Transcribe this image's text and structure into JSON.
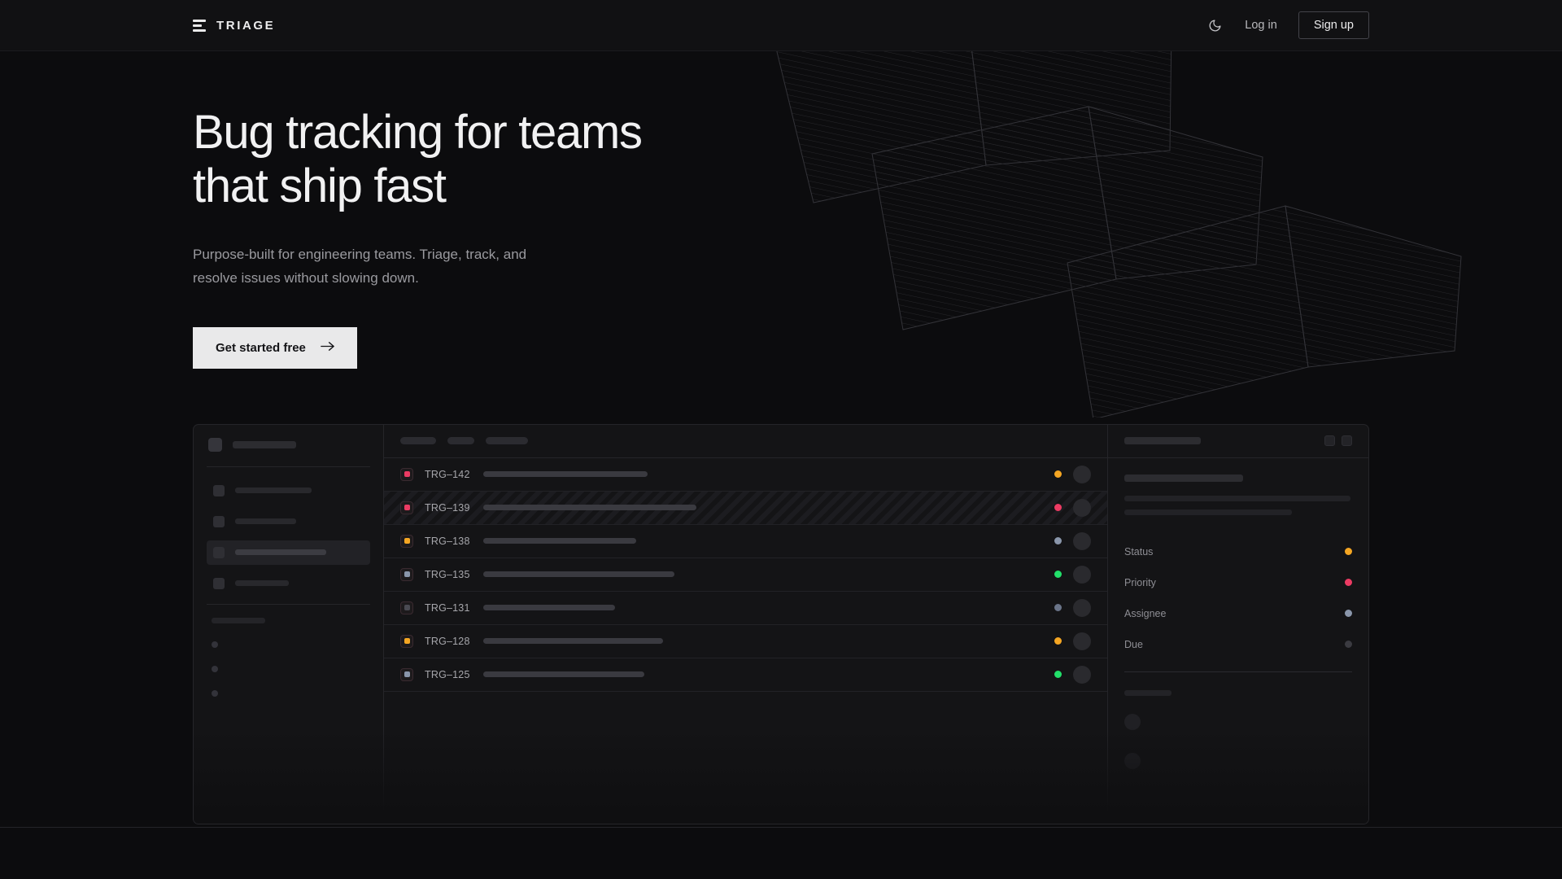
{
  "nav": {
    "brand": "TRIAGE",
    "brand_icon": "stacked-bars-logo-icon",
    "theme_toggle_icon": "moon-icon",
    "login_label": "Log in",
    "signup_label": "Sign up"
  },
  "hero": {
    "headline_line1": "Bug tracking for teams",
    "headline_line2": "that ship fast",
    "subhead_line1": "Purpose-built for engineering teams. Triage, track, and",
    "subhead_line2": "resolve issues without slowing down.",
    "cta_label": "Get started free",
    "cta_icon": "arrow-right-icon"
  },
  "colors": {
    "page_bg": "#0c0c0e",
    "nav_bg": "#111113",
    "panel_bg": "#141416",
    "border": "#252529",
    "text_primary": "#f1f1f2",
    "text_muted": "#9a9a9f",
    "accent_pink": "#ec3b63",
    "accent_amber": "#f5a623",
    "accent_green": "#22e06a",
    "accent_slate": "#8a96ab",
    "accent_dim": "#3b3b41",
    "cta_bg": "#e9e9ea"
  },
  "mockup": {
    "sidebar": {
      "nav_items": [
        {
          "width": 94
        },
        {
          "width": 75
        },
        {
          "width": 112,
          "active": true
        },
        {
          "width": 66
        }
      ],
      "section_label_width": 66,
      "mini_items": 3
    },
    "toolbar": {
      "chips": [
        44,
        33,
        52
      ]
    },
    "columns": [
      "priority",
      "id",
      "title",
      "status",
      "assignee"
    ],
    "rows": [
      {
        "id": "TRG–142",
        "priority_color": "#ec3b63",
        "bar": 202,
        "status_color": "#f5a623",
        "selected": false
      },
      {
        "id": "TRG–139",
        "priority_color": "#ec3b63",
        "bar": 262,
        "status_color": "#ec3b63",
        "selected": true
      },
      {
        "id": "TRG–138",
        "priority_color": "#f5a623",
        "bar": 188,
        "status_color": "#8a96ab",
        "selected": false
      },
      {
        "id": "TRG–135",
        "priority_color": "#8a96ab",
        "bar": 235,
        "status_color": "#22e06a",
        "selected": false
      },
      {
        "id": "TRG–131",
        "priority_color": "#4a4a52",
        "bar": 162,
        "status_color": "#6a7488",
        "selected": false
      },
      {
        "id": "TRG–128",
        "priority_color": "#f5a623",
        "bar": 221,
        "status_color": "#f5a623",
        "selected": false
      },
      {
        "id": "TRG–125",
        "priority_color": "#8a96ab",
        "bar": 198,
        "status_color": "#22e06a",
        "selected": false
      }
    ],
    "detail": {
      "title_skeleton_width": 94,
      "header_buttons": 2,
      "body_title_width": 146,
      "body_lines": [
        278,
        206
      ],
      "meta": [
        {
          "label": "Status",
          "dot": "#f5a623"
        },
        {
          "label": "Priority",
          "dot": "#ec3b63"
        },
        {
          "label": "Assignee",
          "dot": "#8a96ab"
        },
        {
          "label": "Due",
          "dot": "#3b3b41"
        }
      ],
      "comments_label_width": 58,
      "comment_avatars": 2
    }
  }
}
